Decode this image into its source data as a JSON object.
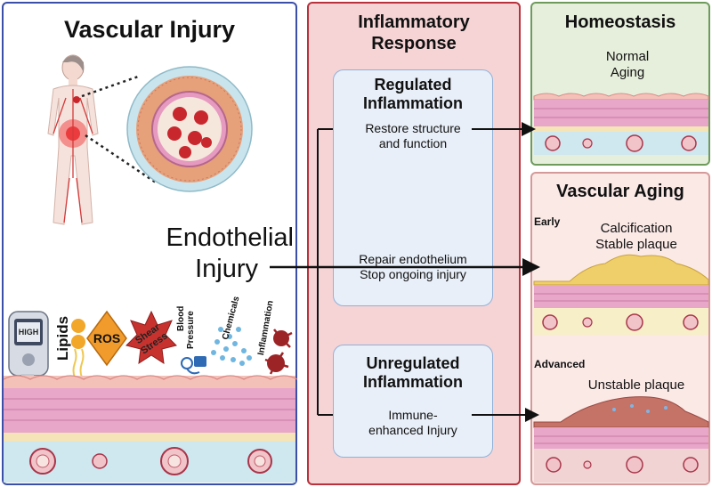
{
  "left_panel": {
    "title": "Vascular Injury",
    "endothelial_injury": [
      "Endothelial",
      "Injury"
    ],
    "glucometer_text": "HIGH",
    "risk_factors": {
      "lipids": "Lipids",
      "ros": "ROS",
      "shear_stress": [
        "Shear",
        "Stress"
      ],
      "blood_pressure": [
        "Blood",
        "Pressure"
      ],
      "chemicals": "Chemicals",
      "inflammation": "Inflammation"
    }
  },
  "middle_panel": {
    "title": [
      "Inflammatory",
      "Response"
    ],
    "regulated": {
      "title": [
        "Regulated",
        "Inflammation"
      ],
      "outcome_top": [
        "Restore structure",
        "and function"
      ],
      "outcome_bottom": [
        "Repair endothelium",
        "Stop ongoing injury"
      ]
    },
    "unregulated": {
      "title": [
        "Unregulated",
        "Inflammation"
      ],
      "outcome": [
        "Immune-",
        "enhanced Injury"
      ]
    }
  },
  "homeostasis_panel": {
    "title": "Homeostasis",
    "subtitle": [
      "Normal",
      "Aging"
    ]
  },
  "vascular_aging_panel": {
    "title": "Vascular Aging",
    "early": {
      "label": "Early",
      "description": [
        "Calcification",
        "Stable plaque"
      ]
    },
    "advanced": {
      "label": "Advanced",
      "description": "Unstable plaque"
    }
  },
  "colors": {
    "injury_border": "#3b4fa8",
    "response_border": "#b8313c",
    "response_fill": "#f6d4d6",
    "homeostasis_fill": "#e6efdc",
    "aging_fill": "#fbe9e6",
    "vessel_pink": "#e7a3c7",
    "plaque_yellow": "#efcf6a"
  }
}
